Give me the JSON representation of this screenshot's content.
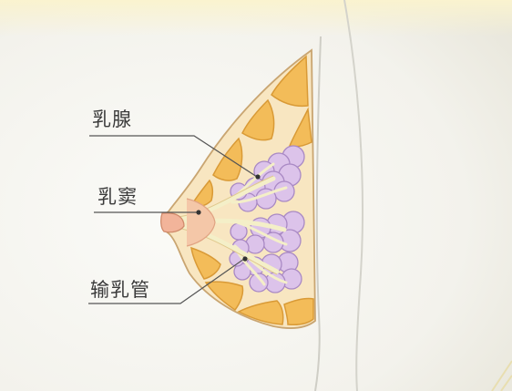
{
  "labels": {
    "gland": "乳腺",
    "sinus": "乳窦",
    "duct": "输乳管"
  },
  "colors": {
    "background": "#f1f0ea",
    "skin": "#f8e6c1",
    "skin_outline": "#c9a571",
    "fat": "#f3bc59",
    "fat_outline": "#d99a36",
    "lobules": "#dcc3ea",
    "lobule_outline": "#a989c4",
    "ducts": "#f4efc8",
    "nipple": "#f2b49a",
    "leader_line": "#555555",
    "marker": "#333333",
    "body_contour": "#c8c7bf",
    "label_text": "#3a3a3a"
  }
}
